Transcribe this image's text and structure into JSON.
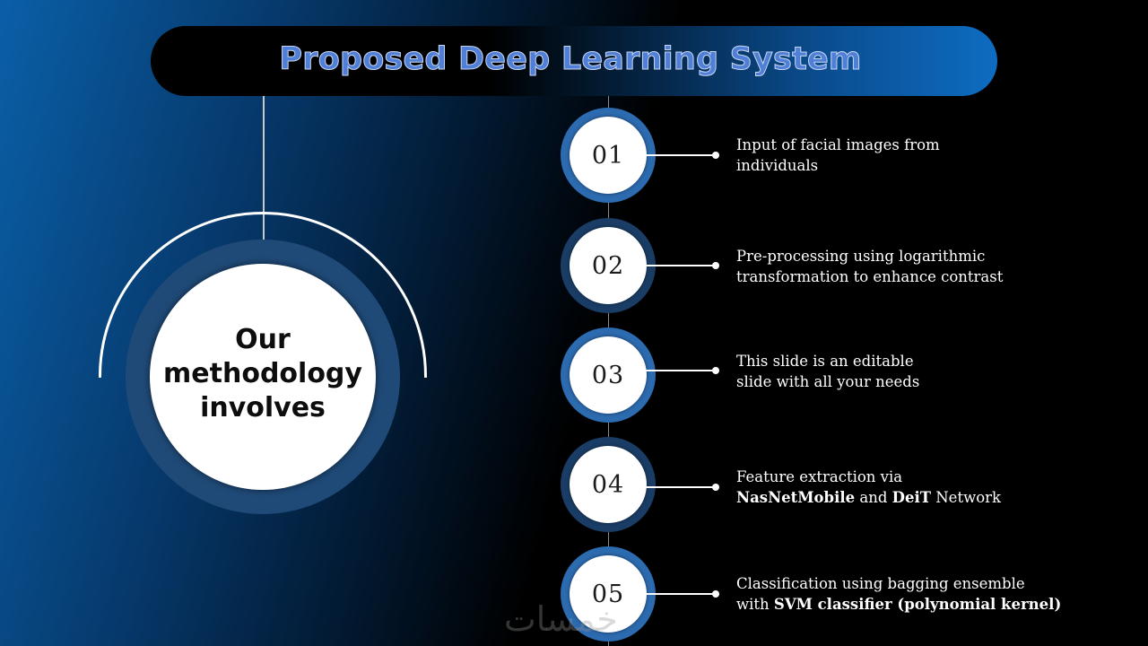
{
  "title": "Proposed Deep Learning System",
  "center": {
    "line1": "Our",
    "line2": "methodology",
    "line3": "involves"
  },
  "steps": [
    {
      "num": "01",
      "line1": "Input of facial images from",
      "line2": "individuals"
    },
    {
      "num": "02",
      "line1": "Pre-processing using logarithmic",
      "line2": "transformation to enhance contrast"
    },
    {
      "num": "03",
      "line1": "This slide is an editable",
      "line2": "slide with all your needs"
    },
    {
      "num": "04",
      "line1": "Feature extraction via",
      "bold1": "NasNetMobile",
      "mid": " and ",
      "bold2": "DeiT",
      "tail": " Network"
    },
    {
      "num": "05",
      "line1": "Classification using bagging ensemble",
      "pre": "with ",
      "bold": "SVM classifier (polynomial kernel)"
    }
  ],
  "watermark": "خمسات",
  "colors": {
    "accent": "#2d6bb0",
    "ring_dark": "#1a3d66",
    "title": "#4f7fd6"
  }
}
